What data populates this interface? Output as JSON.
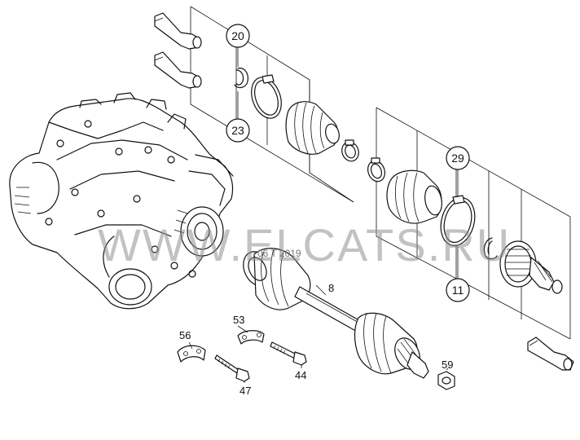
{
  "watermark": "WWW.ELCATS.RU",
  "diagram_code": "06 T 2019",
  "callouts": {
    "c20": "20",
    "c23": "23",
    "c29": "29",
    "c11": "11",
    "p8": "8",
    "p53": "53",
    "p56": "56",
    "p47": "47",
    "p44": "44",
    "p59": "59"
  },
  "icons": [
    "grease-tube-icon",
    "clamp-icon",
    "boot-icon",
    "cv-joint-icon",
    "nut-icon",
    "bolt-icon"
  ]
}
